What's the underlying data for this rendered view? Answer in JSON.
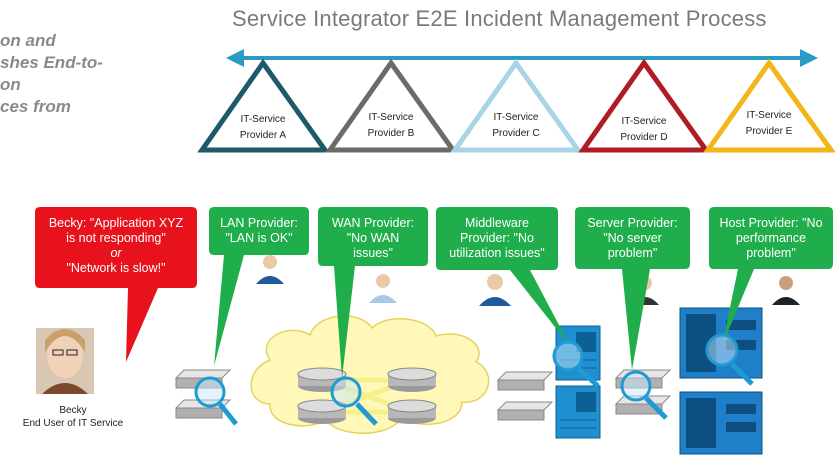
{
  "title": "Service Integrator E2E Incident Management Process",
  "left_fragment_lines": [
    "on and",
    "shes End-to-",
    "on",
    "ces  from"
  ],
  "providers": [
    {
      "label_line1": "IT-Service",
      "label_line2": "Provider A",
      "color": "#1f5a6b"
    },
    {
      "label_line1": "IT-Service",
      "label_line2": "Provider B",
      "color": "#6b6b6b"
    },
    {
      "label_line1": "IT-Service",
      "label_line2": "Provider C",
      "color": "#a8d4e6"
    },
    {
      "label_line1": "IT-Service",
      "label_line2": "Provider D",
      "color": "#b01c24"
    },
    {
      "label_line1": "IT-Service",
      "label_line2": "Provider E",
      "color": "#f2b61b"
    }
  ],
  "arrow_color": "#2a9bc4",
  "callouts": {
    "becky": {
      "line1": "Becky: \"Application XYZ",
      "line2": "is not responding\"",
      "line3": "or",
      "line4": "\"Network is slow!\"",
      "color": "#e8121c"
    },
    "lan": {
      "line1": "LAN Provider:",
      "line2": "\"LAN is OK\"",
      "color": "#1fae4b"
    },
    "wan": {
      "line1": "WAN Provider:",
      "line2": "\"No WAN",
      "line3": "issues\"",
      "color": "#1fae4b"
    },
    "middleware": {
      "line1": "Middleware",
      "line2": "Provider: \"No",
      "line3": "utilization issues\"",
      "color": "#1fae4b"
    },
    "server": {
      "line1": "Server Provider:",
      "line2": "\"No server",
      "line3": "problem\"",
      "color": "#1fae4b"
    },
    "host": {
      "line1": "Host Provider: \"No",
      "line2": "performance",
      "line3": "problem\"",
      "color": "#1fae4b"
    }
  },
  "becky_caption": {
    "line1": "Becky",
    "line2": "End User of IT Service"
  }
}
